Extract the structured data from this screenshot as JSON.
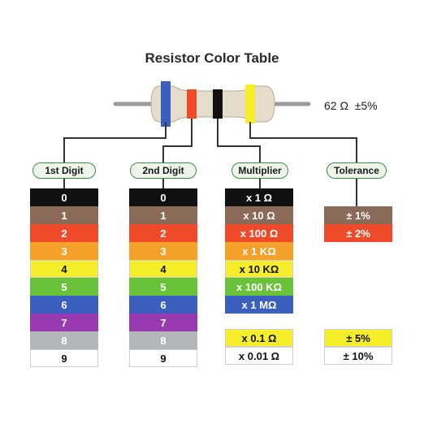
{
  "title": "Resistor Color Table",
  "resistor_value": "62 Ω  ±5%",
  "columns": [
    {
      "header": "1st Digit",
      "cells": [
        {
          "label": "0",
          "color": "#111111",
          "text": "dark"
        },
        {
          "label": "1",
          "color": "#8b6a5a",
          "text": "dark"
        },
        {
          "label": "2",
          "color": "#ef4a2a",
          "text": "dark"
        },
        {
          "label": "3",
          "color": "#f5a028",
          "text": "dark"
        },
        {
          "label": "4",
          "color": "#f6ee2a",
          "text": "light"
        },
        {
          "label": "5",
          "color": "#6ac23a",
          "text": "dark"
        },
        {
          "label": "6",
          "color": "#3a5fbf",
          "text": "dark"
        },
        {
          "label": "7",
          "color": "#9a3ab0",
          "text": "dark"
        },
        {
          "label": "8",
          "color": "#b4b7ba",
          "text": "dark"
        },
        {
          "label": "9",
          "color": "#ffffff",
          "text": "light"
        }
      ]
    },
    {
      "header": "2nd Digit",
      "cells": [
        {
          "label": "0",
          "color": "#111111",
          "text": "dark"
        },
        {
          "label": "1",
          "color": "#8b6a5a",
          "text": "dark"
        },
        {
          "label": "2",
          "color": "#ef4a2a",
          "text": "dark"
        },
        {
          "label": "3",
          "color": "#f5a028",
          "text": "dark"
        },
        {
          "label": "4",
          "color": "#f6ee2a",
          "text": "light"
        },
        {
          "label": "5",
          "color": "#6ac23a",
          "text": "dark"
        },
        {
          "label": "6",
          "color": "#3a5fbf",
          "text": "dark"
        },
        {
          "label": "7",
          "color": "#9a3ab0",
          "text": "dark"
        },
        {
          "label": "8",
          "color": "#b4b7ba",
          "text": "dark"
        },
        {
          "label": "9",
          "color": "#ffffff",
          "text": "light"
        }
      ]
    },
    {
      "header": "Multiplier",
      "cells": [
        {
          "label": "x 1 Ω",
          "color": "#111111",
          "text": "dark"
        },
        {
          "label": "x 10 Ω",
          "color": "#8b6a5a",
          "text": "dark"
        },
        {
          "label": "x 100 Ω",
          "color": "#ef4a2a",
          "text": "dark"
        },
        {
          "label": "x 1 KΩ",
          "color": "#f5a028",
          "text": "dark"
        },
        {
          "label": "x 10 KΩ",
          "color": "#f6ee2a",
          "text": "light"
        },
        {
          "label": "x 100 KΩ",
          "color": "#6ac23a",
          "text": "dark"
        },
        {
          "label": "x 1 MΩ",
          "color": "#3a5fbf",
          "text": "dark"
        }
      ],
      "extra": [
        {
          "label": "x 0.1 Ω",
          "color": "#f6ee2a",
          "text": "light"
        },
        {
          "label": "x 0.01 Ω",
          "color": "#ffffff",
          "text": "light"
        }
      ]
    },
    {
      "header": "Tolerance",
      "cells": [
        {
          "label": "± 1%",
          "color": "#8b6a5a",
          "text": "dark"
        },
        {
          "label": "± 2%",
          "color": "#ef4a2a",
          "text": "dark"
        }
      ],
      "extra": [
        {
          "label": "± 5%",
          "color": "#f6ee2a",
          "text": "light"
        },
        {
          "label": "± 10%",
          "color": "#ffffff",
          "text": "light"
        }
      ]
    }
  ],
  "resistor": {
    "body_color": "#e6dccb",
    "bands": [
      "#3a5fbf",
      "#ef4a2a",
      "#111111",
      "#f6ee2a"
    ]
  },
  "border_color": "#cfcfcf",
  "wire_color": "#333333"
}
